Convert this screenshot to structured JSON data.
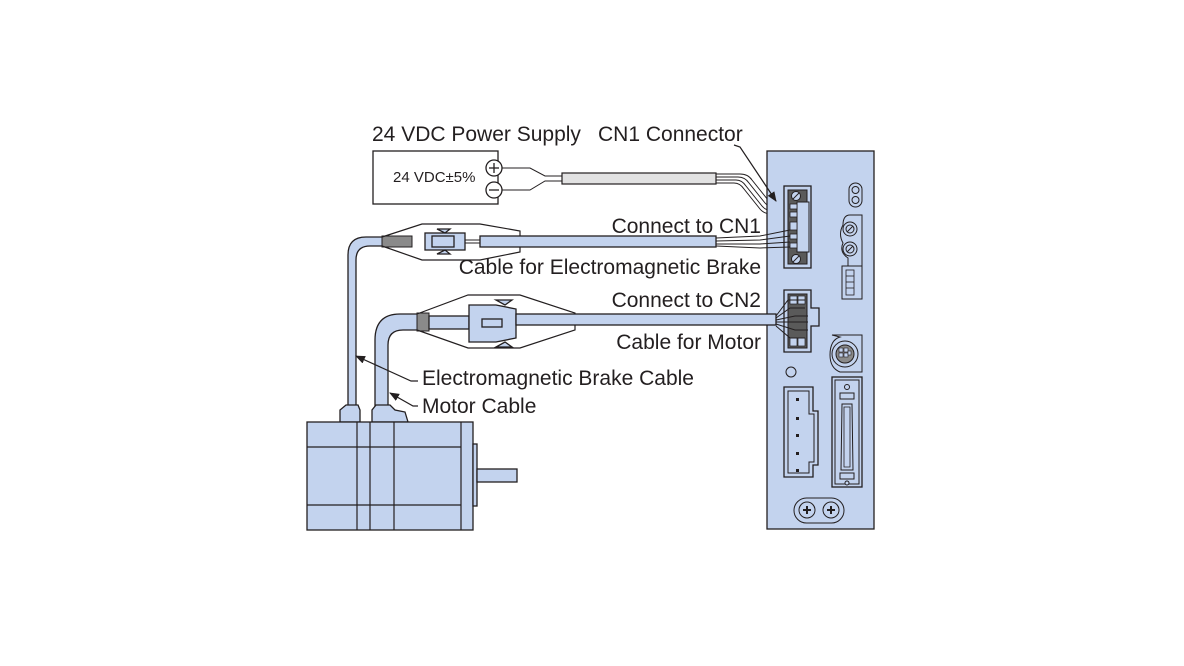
{
  "title": "Servo driver wiring diagram",
  "colors": {
    "component_fill": "#c3d3ee",
    "cable_sleeve": "#e2e2e2",
    "line": "#231f20",
    "background": "#ffffff"
  },
  "power_supply": {
    "title": "24 VDC Power Supply",
    "rating": "24 VDC±5%",
    "positive_terminal": "+",
    "negative_terminal": "−"
  },
  "labels": {
    "cn1_connector": "CN1 Connector",
    "connect_to_cn1": "Connect to CN1",
    "cable_for_brake": "Cable for Electromagnetic Brake",
    "connect_to_cn2": "Connect to CN2",
    "cable_for_motor": "Cable for Motor",
    "brake_cable": "Electromagnetic Brake Cable",
    "motor_cable": "Motor Cable"
  },
  "components": {
    "driver": "driver-unit",
    "motor": "servo-motor",
    "cn1": "cn1-terminal-block",
    "cn2": "cn2-motor-connector"
  }
}
